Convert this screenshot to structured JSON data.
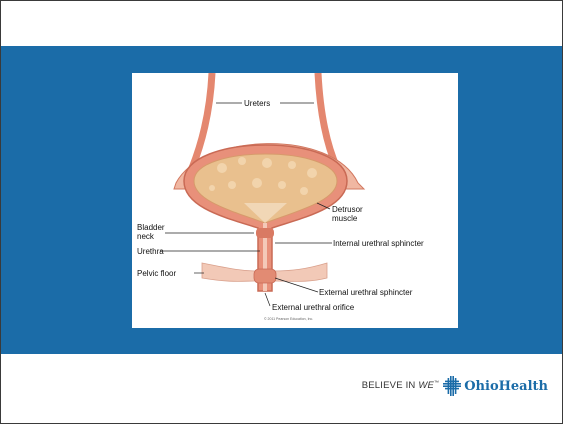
{
  "slide": {
    "figure": {
      "labels": {
        "ureters": "Ureters",
        "detrusor_muscle": "Detrusor\nmuscle",
        "bladder_neck": "Bladder\nneck",
        "urethra": "Urethra",
        "internal_urethral_sphincter": "Internal urethral sphincter",
        "pelvic_floor": "Pelvic floor",
        "external_urethral_sphincter": "External urethral sphincter",
        "external_urethral_orifice": "External urethral orifice"
      },
      "copyright": "© 2011 Pearson Education, Inc."
    },
    "footer": {
      "tagline_prefix": "BELIEVE IN",
      "tagline_we": "WE",
      "tagline_tm": "™",
      "brand": "OhioHealth"
    },
    "colors": {
      "band": "#1b6ca8",
      "brand": "#1b6ca8",
      "bladder_wall": "#e8907a",
      "bladder_inner": "#e9c08e"
    }
  }
}
